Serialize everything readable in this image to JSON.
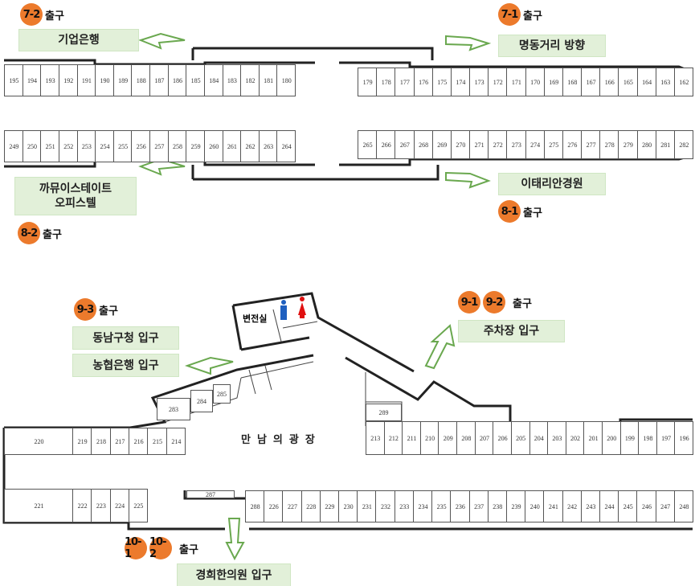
{
  "exit_word": "출구",
  "exits": [
    {
      "id": "7-2"
    },
    {
      "id": "7-1"
    },
    {
      "id": "8-2"
    },
    {
      "id": "8-1"
    },
    {
      "id": "9-3"
    },
    {
      "id": "9-1"
    },
    {
      "id": "9-2"
    },
    {
      "id": "10-1"
    },
    {
      "id": "10-2"
    }
  ],
  "destinations": {
    "ibk": "기업은행",
    "myeongdong": "명동거리 방향",
    "camus": "까뮤이스테이트\n오피스텔",
    "italian": "이태리안경원",
    "dongnam": "동남구청  입구",
    "nonghyup": "농협은행  입구",
    "parking": "주차장  입구",
    "kyunghee": "경희한의원  입구"
  },
  "plaza": "만남의광장",
  "substation": "변전실",
  "icons": {
    "restroom_male": "man-icon",
    "restroom_female": "woman-icon",
    "arrow": "green-arrow-icon"
  },
  "colors": {
    "exit_badge": "#ec7a2c",
    "dest_box": "#e2f0d9",
    "arrow": "#6aa84f",
    "male": "#1f5fbf",
    "female": "#e01010"
  },
  "stalls": {
    "row1_left": [
      "195",
      "194",
      "193",
      "192",
      "191",
      "190",
      "189",
      "188",
      "187",
      "186",
      "185",
      "184",
      "183",
      "182",
      "181",
      "180"
    ],
    "row1_right": [
      "179",
      "178",
      "177",
      "176",
      "175",
      "174",
      "173",
      "172",
      "171",
      "170",
      "169",
      "168",
      "167",
      "166",
      "165",
      "164",
      "163",
      "162"
    ],
    "row2_left": [
      "249",
      "250",
      "251",
      "252",
      "253",
      "254",
      "255",
      "256",
      "257",
      "258",
      "259",
      "260",
      "261",
      "262",
      "263",
      "264"
    ],
    "row2_right": [
      "265",
      "266",
      "267",
      "268",
      "269",
      "270",
      "271",
      "272",
      "273",
      "274",
      "275",
      "276",
      "277",
      "278",
      "279",
      "280",
      "281",
      "282"
    ],
    "row3_left": [
      "220",
      "219",
      "218",
      "217",
      "216",
      "215",
      "214"
    ],
    "row3_right": [
      "213",
      "212",
      "211",
      "210",
      "209",
      "208",
      "207",
      "206",
      "205",
      "204",
      "203",
      "202",
      "201",
      "200",
      "199",
      "198",
      "197",
      "196"
    ],
    "row4_left": [
      "221",
      "222",
      "223",
      "224",
      "225"
    ],
    "row4_right": [
      "288",
      "226",
      "227",
      "228",
      "229",
      "230",
      "231",
      "232",
      "233",
      "234",
      "235",
      "236",
      "237",
      "238",
      "239",
      "240",
      "241",
      "242",
      "243",
      "244",
      "245",
      "246",
      "247",
      "248"
    ],
    "upper_283": "283",
    "upper_284": "284",
    "upper_285": "285",
    "s289": "289",
    "s287": "287"
  }
}
